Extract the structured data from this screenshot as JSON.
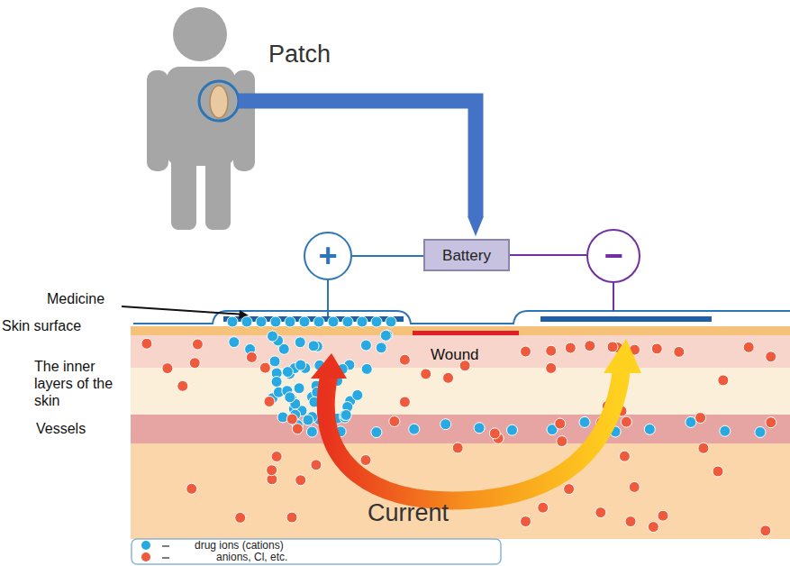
{
  "diagram": {
    "nodes": [
      {
        "text": [
          "+"
        ]
      },
      {
        "text": [
          "Battery"
        ]
      },
      {
        "text": [
          "−"
        ]
      }
    ],
    "edges": [
      {
        "from": 0,
        "to": 1,
        "arrow": "none"
      },
      {
        "from": 1,
        "to": 2,
        "arrow": "none"
      }
    ],
    "labels": [
      "Patch",
      "Medicine",
      "Skin surface",
      "Wound",
      "The inner layers of the skin",
      "Vessels",
      "Current"
    ],
    "legend": [
      {
        "text": "drug ions (cations)",
        "color": "#29a9e1"
      },
      {
        "text": "anions, Cl, etc.",
        "color": "#f05a3c"
      }
    ]
  }
}
